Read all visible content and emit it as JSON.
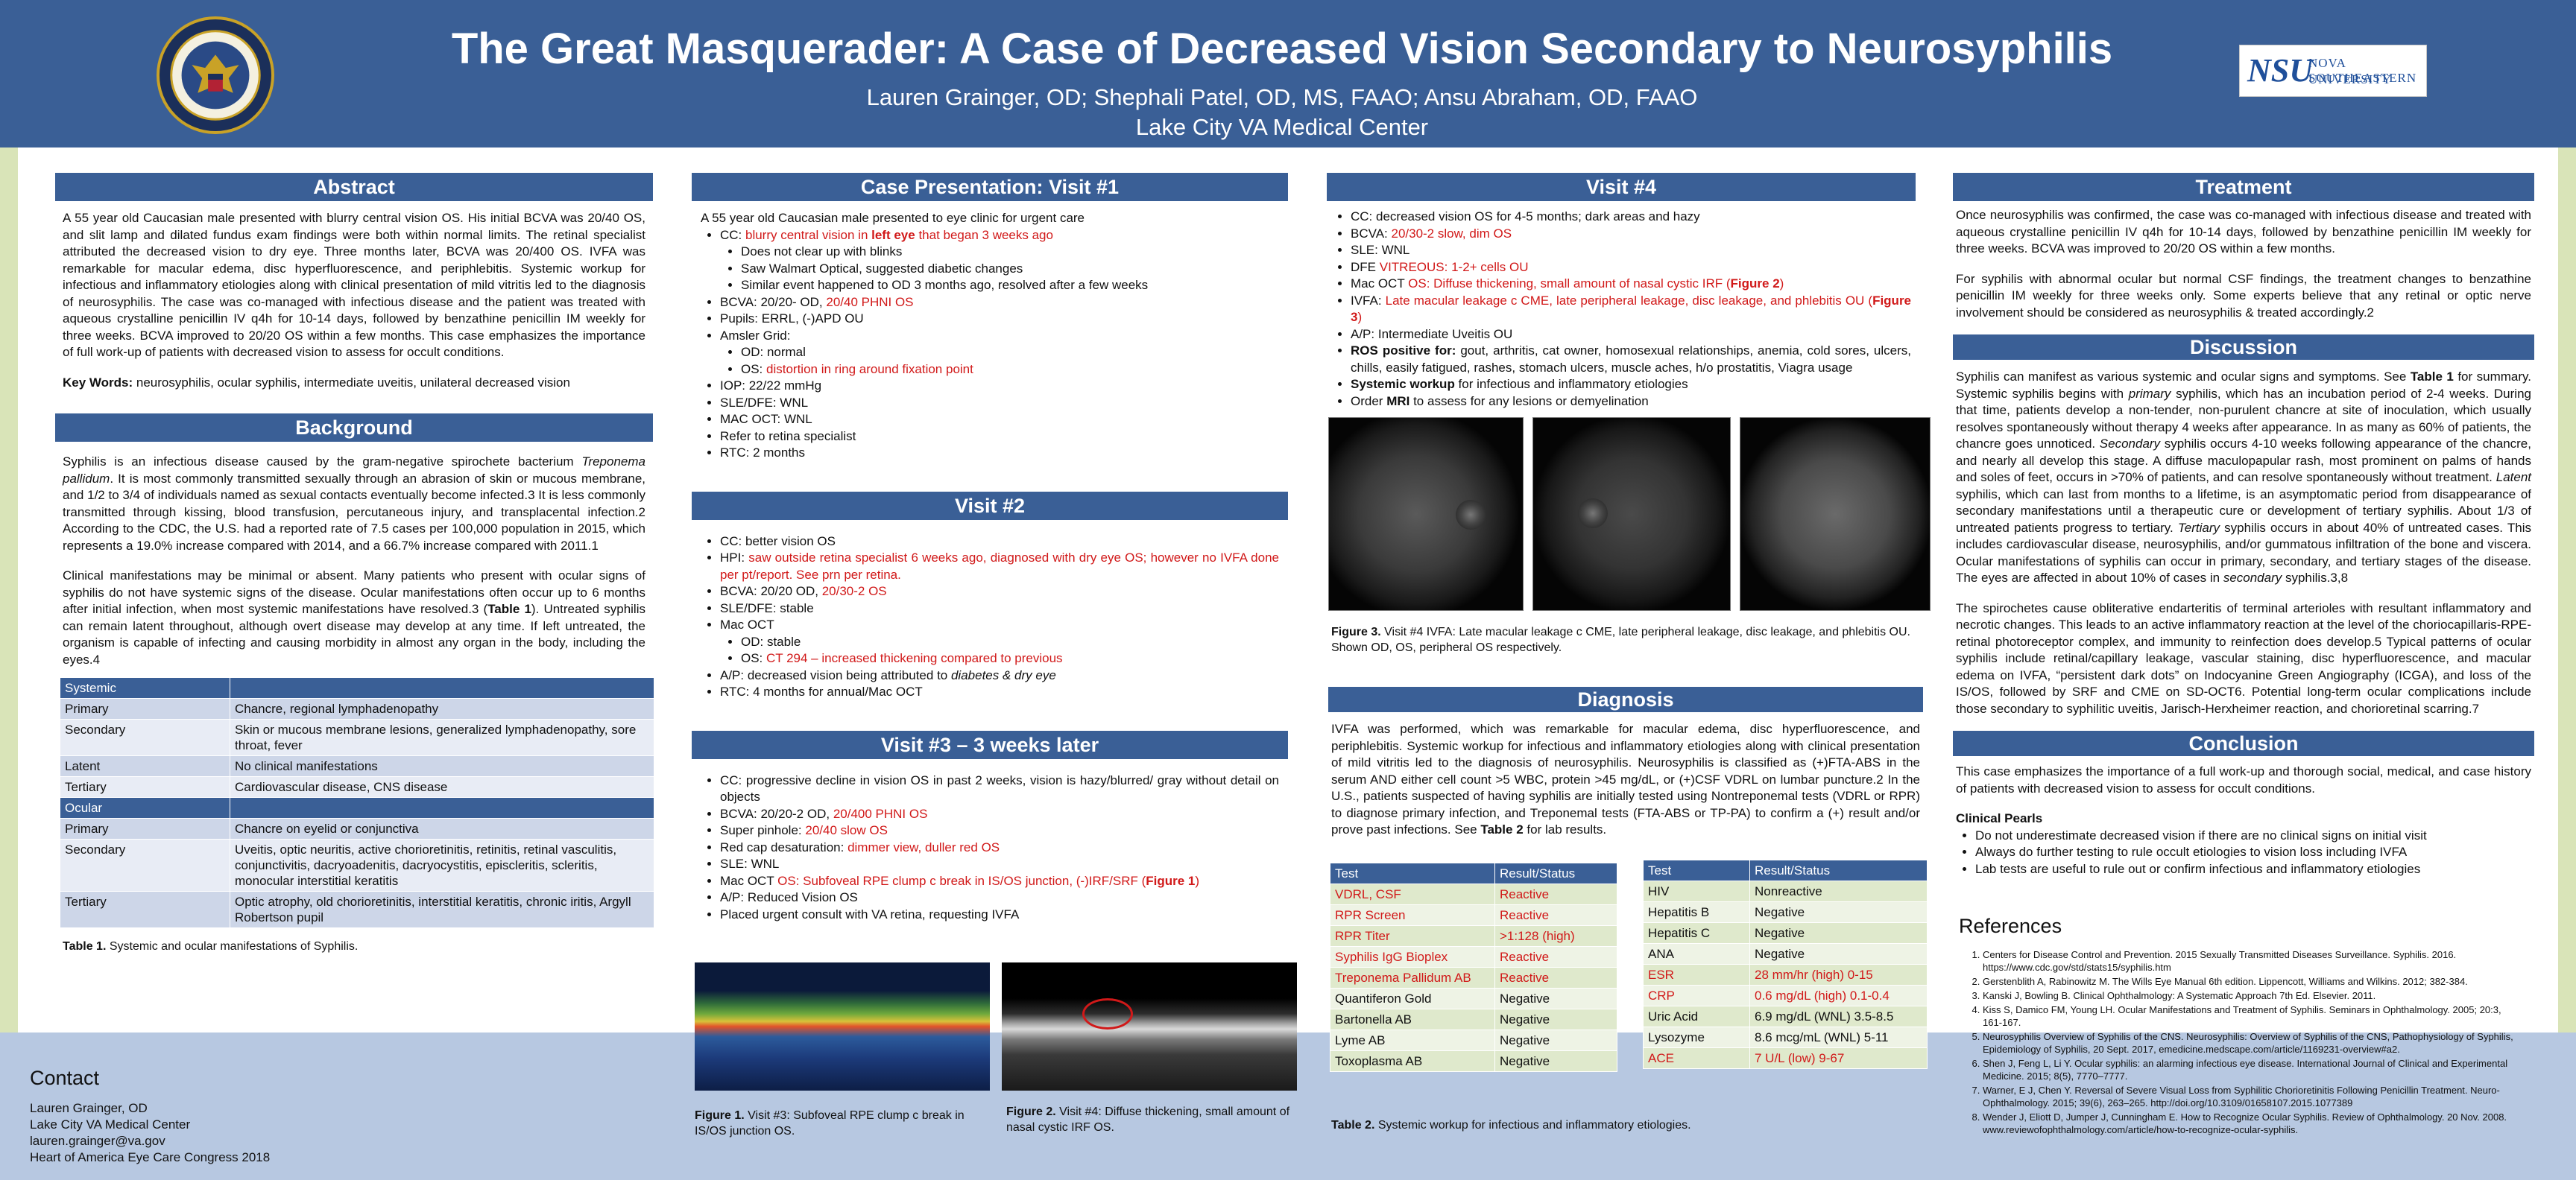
{
  "header": {
    "title": "The Great Masquerader: A Case of Decreased Vision Secondary to Neurosyphilis",
    "authors": "Lauren Grainger, OD; Shephali Patel, OD, MS, FAAO; Ansu Abraham, OD, FAAO",
    "affiliation": "Lake City VA Medical Center",
    "nsu_mono": "NSU",
    "nsu_line1": "NOVA SOUTHEASTERN",
    "nsu_line2": "UNIVERSITY"
  },
  "colors": {
    "header_bg": "#3a5f96",
    "accent_red": "#d11919",
    "footer_bg": "#b7c8e1",
    "strip": "#d9e4b8"
  },
  "abstract": {
    "heading": "Abstract",
    "p1": "A 55 year old Caucasian male presented with blurry central vision OS. His initial BCVA was 20/40 OS, and slit lamp and dilated fundus exam findings were both within normal limits. The retinal specialist attributed the decreased vision to dry eye. Three months later, BCVA was 20/400 OS. IVFA was remarkable for macular edema, disc hyperfluorescence, and periphlebitis. Systemic workup for infectious and inflammatory etiologies along with clinical presentation of mild vitritis led to the diagnosis of neurosyphilis. The case was co-managed with infectious disease and the patient was treated with aqueous crystalline penicillin IV q4h for 10-14 days, followed by benzathine penicillin IM weekly for three weeks. BCVA improved to 20/20 OS within a few months. This case emphasizes the importance of full work-up of patients with decreased vision to assess for occult conditions.",
    "kw_label": "Key Words:",
    "kw": " neurosyphilis, ocular syphilis, intermediate uveitis, unilateral decreased vision"
  },
  "background": {
    "heading": "Background",
    "p1a": "Syphilis is an infectious disease caused by the gram-negative spirochete bacterium ",
    "p1i": "Treponema pallidum",
    "p1b": ". It is most commonly transmitted sexually through an abrasion of skin or mucous membrane, and 1/2 to 3/4 of individuals named as sexual contacts eventually become infected.3 It is less commonly transmitted through kissing, blood transfusion, percutaneous injury, and transplacental infection.2 According to the CDC, the U.S. had a reported rate of 7.5 cases per 100,000 population in 2015, which represents a 19.0% increase compared with 2014, and a 66.7% increase compared with 2011.1",
    "p2a": "Clinical manifestations may be minimal or absent. Many patients who present with ocular signs of syphilis do not have systemic signs of the disease. Ocular manifestations often occur up to 6 months after initial infection, when most systemic manifestations have resolved.3 (",
    "p2b": "Table 1",
    "p2c": "). Untreated syphilis can remain latent throughout, although overt disease may develop at any time. If left untreated, the organism is capable of infecting and causing morbidity in almost any organ in the body, including the eyes.4",
    "table": [
      {
        "cat": "Systemic",
        "rows": [
          [
            "Primary",
            "Chancre, regional lymphadenopathy"
          ],
          [
            "Secondary",
            "Skin or mucous membrane lesions, generalized lymphadenopathy, sore throat, fever"
          ],
          [
            "Latent",
            "No clinical manifestations"
          ],
          [
            "Tertiary",
            "Cardiovascular disease, CNS disease"
          ]
        ]
      },
      {
        "cat": "Ocular",
        "rows": [
          [
            "Primary",
            "Chancre on eyelid or conjunctiva"
          ],
          [
            "Secondary",
            "Uveitis, optic neuritis, active chorioretinitis, retinitis, retinal vasculitis, conjunctivitis, dacryoadenitis, dacryocystitis, episcleritis, scleritis, monocular interstitial keratitis"
          ],
          [
            "Tertiary",
            "Optic atrophy, old chorioretinitis, interstitial keratitis, chronic iritis, Argyll Robertson pupil"
          ]
        ]
      }
    ],
    "caption_label": "Table 1.",
    "caption": " Systemic and ocular manifestations of Syphilis."
  },
  "visit1": {
    "heading": "Case Presentation: Visit #1",
    "intro": "A 55 year old Caucasian male presented to eye clinic for urgent care",
    "cc_label": "CC: ",
    "cc_red1": "blurry central vision in ",
    "cc_bold": "left eye",
    "cc_red2": " that began 3 weeks ago",
    "cc_sub": [
      "Does not clear up with blinks",
      "Saw Walmart Optical, suggested diabetic changes",
      "Similar event happened to OD 3 months ago, resolved after a few weeks"
    ],
    "bcva_label": "BCVA:  20/20- OD,  ",
    "bcva_red": "20/40  PHNI OS",
    "pupils": "Pupils: ERRL, (-)APD OU",
    "amsler": "Amsler Grid:",
    "amsler_od": "OD: normal",
    "amsler_os_label": "OS: ",
    "amsler_os_red": "distortion in ring around fixation point",
    "rest": [
      "IOP: 22/22 mmHg",
      "SLE/DFE: WNL",
      "MAC OCT: WNL",
      "Refer to retina specialist",
      "RTC: 2 months"
    ]
  },
  "visit2": {
    "heading": "Visit #2",
    "cc": "CC: better vision OS",
    "hpi_label": "HPI: ",
    "hpi_red": "saw outside retina specialist 6 weeks ago, diagnosed with dry eye OS; however no IVFA done per pt/report. See prn per retina.",
    "bcva_label": "BCVA: 20/20 OD, ",
    "bcva_red": "20/30-2 OS",
    "sle": "SLE/DFE: stable",
    "mac": "Mac OCT",
    "mac_od": "OD: stable",
    "mac_os_label": "OS: ",
    "mac_os_red": "CT 294 – increased thickening compared to previous",
    "ap_label": "A/P: decreased vision being attributed to ",
    "ap_i": "diabetes & dry eye",
    "rtc": "RTC: 4 months for annual/Mac OCT"
  },
  "visit3": {
    "heading": "Visit #3 –  3 weeks later",
    "cc": "CC: progressive decline in vision OS in past 2 weeks, vision is hazy/blurred/ gray without detail on objects",
    "bcva_label": "BCVA: 20/20-2 OD, ",
    "bcva_red": "20/400  PHNI OS",
    "pin_label": "Super pinhole: ",
    "pin_red": "20/40 slow OS",
    "cap_label": "Red cap desaturation: ",
    "cap_red": "dimmer view, duller red OS",
    "sle": "SLE: WNL",
    "mac_label": "Mac OCT ",
    "mac_red": "OS: Subfoveal RPE clump c break in IS/OS junction, (-)IRF/SRF (",
    "mac_bold": "Figure 1",
    "mac_red2": ")",
    "ap": "A/P: Reduced Vision OS",
    "plan": "Placed urgent consult with VA retina, requesting IVFA",
    "fig1_label": "Figure 1.",
    "fig1": " Visit #3: Subfoveal RPE clump c break in IS/OS junction OS.",
    "fig2_label": "Figure 2.",
    "fig2": " Visit #4: Diffuse thickening, small amount of nasal cystic IRF OS."
  },
  "visit4": {
    "heading": "Visit #4",
    "cc": "CC: decreased vision OS for 4-5 months; dark areas and hazy",
    "bcva_label": "BCVA: ",
    "bcva_red": "20/30-2 slow, dim OS",
    "sle": "SLE: WNL",
    "dfe_label": "DFE ",
    "dfe_red": "VITREOUS: 1-2+ cells OU",
    "mac_label": "Mac OCT ",
    "mac_red": "OS: Diffuse thickening, small amount of nasal cystic IRF (",
    "mac_bold": "Figure 2",
    "mac_red2": ")",
    "ivfa_label": "IVFA: ",
    "ivfa_red": "Late macular leakage c CME, late peripheral leakage, disc leakage, and phlebitis OU (",
    "ivfa_bold": "Figure 3",
    "ivfa_red2": ")",
    "ap": "A/P: Intermediate Uveitis OU",
    "ros_label": "ROS positive for:",
    "ros": " gout, arthritis, cat owner, homosexual relationships, anemia, cold sores, ulcers, chills, easily fatigued, rashes, stomach ulcers, muscle aches, h/o prostatitis, Viagra usage",
    "sys_label": "Systemic workup",
    "sys": " for infectious and inflammatory etiologies",
    "mri_a": "Order ",
    "mri_b": "MRI",
    "mri_c": " to assess for any lesions or demyelination",
    "fig3_label": "Figure 3.",
    "fig3": " Visit #4 IVFA: Late macular leakage c CME, late peripheral leakage, disc leakage, and phlebitis OU. Shown OD, OS, peripheral OS respectively."
  },
  "diagnosis": {
    "heading": "Diagnosis",
    "p1": "IVFA was performed, which was remarkable for macular edema, disc hyperfluorescence, and periphlebitis. Systemic workup for infectious and inflammatory etiologies along with clinical presentation of mild vitritis led to the diagnosis of neurosyphilis. Neurosyphilis is classified as (+)FTA-ABS in the serum AND either cell count >5 WBC, protein >45 mg/dL, or (+)CSF VDRL on lumbar puncture.2 In the U.S., patients suspected of having syphilis are initially tested using Nontreponemal tests (VDRL or RPR) to diagnose primary infection, and Treponemal tests (FTA-ABS or TP-PA) to confirm a (+) result and/or prove past infections. See ",
    "p1b": "Table 2",
    "p1c": " for lab results.",
    "th_test": "Test",
    "th_result": "Result/Status",
    "tableA": [
      [
        "VDRL, CSF",
        "Reactive",
        true
      ],
      [
        "RPR Screen",
        "Reactive",
        true
      ],
      [
        "RPR Titer",
        ">1:128  (high)",
        true
      ],
      [
        "Syphilis IgG Bioplex",
        "Reactive",
        true
      ],
      [
        "Treponema Pallidum AB",
        "Reactive",
        true
      ],
      [
        "Quantiferon Gold",
        "Negative",
        false
      ],
      [
        "Bartonella AB",
        "Negative",
        false
      ],
      [
        "Lyme AB",
        "Negative",
        false
      ],
      [
        "Toxoplasma AB",
        "Negative",
        false
      ]
    ],
    "tableB": [
      [
        "HIV",
        "Nonreactive",
        false
      ],
      [
        "Hepatitis B",
        "Negative",
        false
      ],
      [
        "Hepatitis C",
        "Negative",
        false
      ],
      [
        "ANA",
        "Negative",
        false
      ],
      [
        "ESR",
        "28 mm/hr (high) 0-15",
        true
      ],
      [
        "CRP",
        "0.6 mg/dL (high) 0.1-0.4",
        true
      ],
      [
        "Uric Acid",
        "6.9 mg/dL (WNL) 3.5-8.5",
        false
      ],
      [
        "Lysozyme",
        "8.6 mcg/mL (WNL) 5-11",
        false
      ],
      [
        "ACE",
        "7 U/L (low) 9-67",
        true
      ]
    ],
    "caption_label": "Table 2.",
    "caption": " Systemic workup for infectious and inflammatory etiologies."
  },
  "treatment": {
    "heading": "Treatment",
    "p1": "Once neurosyphilis was confirmed, the case was co-managed with infectious disease and treated with aqueous crystalline penicillin IV q4h for 10-14 days, followed by benzathine penicillin IM weekly for three weeks. BCVA was improved to 20/20 OS within a few months.",
    "p2": "For syphilis with abnormal ocular but normal CSF findings, the treatment changes to benzathine penicillin IM weekly for three weeks only. Some experts believe that any retinal or optic nerve involvement should be considered as neurosyphilis & treated accordingly.2"
  },
  "discussion": {
    "heading": "Discussion",
    "p1a": "Syphilis can manifest as various systemic and ocular signs and symptoms. See ",
    "p1b": "Table 1",
    "p1c": " for summary. Systemic syphilis begins with ",
    "p1d": "primary",
    "p1e": " syphilis, which has an incubation period of 2-4 weeks. During that time, patients develop a non-tender, non-purulent chancre at site of inoculation, which usually resolves spontaneously without therapy 4 weeks after appearance. In as many as 60% of patients, the chancre goes unnoticed. ",
    "p1f": "Secondary",
    "p1g": " syphilis occurs 4-10 weeks following appearance of the chancre, and nearly all develop this stage. A diffuse maculopapular rash, most prominent on palms of hands and soles of feet, occurs in >70% of patients, and can resolve spontaneously without treatment. ",
    "p1h": "Latent",
    "p1i": " syphilis, which can last from months to a lifetime, is an asymptomatic period from disappearance of secondary manifestations until a therapeutic cure or development of tertiary syphilis. About 1/3 of untreated patients progress to tertiary. ",
    "p1j": "Tertiary",
    "p1k": " syphilis occurs in about 40% of untreated cases. This includes cardiovascular disease, neurosyphilis, and/or gummatous infiltration of the bone and viscera. Ocular manifestations of syphilis can occur in primary, secondary, and tertiary stages of the disease. The eyes are affected in about 10% of cases in ",
    "p1l": "secondary",
    "p1m": " syphilis.3,8",
    "p2": "The spirochetes cause obliterative endarteritis of terminal arterioles with resultant inflammatory and necrotic changes. This leads to an active inflammatory reaction at the level of the choriocapillaris-RPE-retinal photoreceptor complex, and immunity to reinfection does develop.5 Typical patterns of ocular syphilis include retinal/capillary leakage, vascular staining, disc hyperfluorescence, and macular edema on IVFA, “persistent dark dots” on Indocyanine Green Angiography (ICGA), and loss of the IS/OS, followed by SRF and CME on SD-OCT6. Potential long-term ocular complications include those secondary to syphilitic uveitis, Jarisch-Herxheimer reaction, and chorioretinal scarring.7"
  },
  "conclusion": {
    "heading": "Conclusion",
    "p1": "This case emphasizes the importance of a full work-up and thorough social, medical, and case history of patients with decreased vision to assess for occult conditions.",
    "pearls_label": "Clinical Pearls",
    "pearls": [
      "Do not underestimate decreased vision if there are no clinical signs on initial visit",
      "Always do further testing to rule occult etiologies to vision loss including IVFA",
      "Lab tests are useful to rule out or confirm infectious and inflammatory etiologies"
    ]
  },
  "references": {
    "heading": "References",
    "items": [
      "Centers for Disease Control and Prevention. 2015 Sexually Transmitted Diseases Surveillance. Syphilis. 2016. https://www.cdc.gov/std/stats15/syphilis.htm",
      "Gerstenblith A, Rabinowitz M. The Wills Eye Manual 6th edition. Lippencott, Williams and Wilkins. 2012; 382-384.",
      "Kanski J, Bowling B. Clinical Ophthalmology: A Systematic Approach 7th Ed. Elsevier. 2011.",
      "Kiss S, Damico FM, Young LH. Ocular Manifestations and Treatment of Syphilis. Seminars in Ophthalmology. 2005; 20:3, 161-167.",
      "Neurosyphilis Overview of Syphilis of the CNS. Neurosyphilis: Overview of Syphilis of the CNS, Pathophysiology of Syphilis, Epidemiology of Syphilis, 20 Sept. 2017, emedicine.medscape.com/article/1169231-overview#a2.",
      "Shen J, Feng L, Li Y. Ocular syphilis: an alarming infectious eye disease. International Journal of Clinical and Experimental Medicine. 2015; 8(5), 7770–7777.",
      "Warner, E J, Chen Y. Reversal of Severe Visual Loss from Syphilitic Chorioretinitis Following Penicillin Treatment. Neuro-Ophthalmology. 2015; 39(6), 263–265. http://doi.org/10.3109/01658107.2015.1077389",
      "Wender J, Eliott D, Jumper J, Cunningham E. How to Recognize Ocular Syphilis. Review of Ophthalmology. 20 Nov. 2008. www.reviewofophthalmology.com/article/how-to-recognize-ocular-syphilis."
    ]
  },
  "contact": {
    "heading": "Contact",
    "lines": [
      "Lauren Grainger, OD",
      "Lake City VA Medical Center",
      "lauren.grainger@va.gov",
      "Heart of America Eye Care Congress 2018"
    ]
  }
}
